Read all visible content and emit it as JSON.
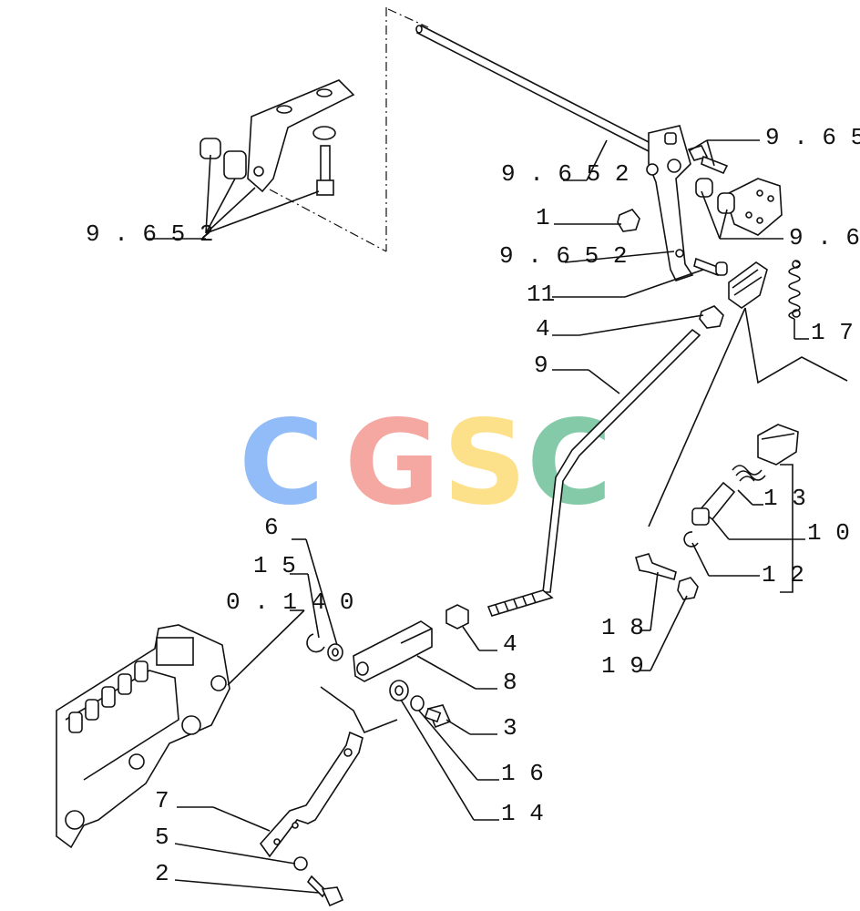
{
  "watermark": {
    "letters": [
      "C",
      "G",
      "S",
      "C"
    ],
    "colors": [
      "#6ea6f5",
      "#f28b82",
      "#fdd663",
      "#5bb98c"
    ]
  },
  "callouts": [
    {
      "text": "9 . 6 5 2"
    },
    {
      "text": "9 . 6 5 2"
    },
    {
      "text": "9 . 6 5 2"
    },
    {
      "text": "9 . 6 5"
    },
    {
      "text": "9 . 6"
    },
    {
      "text": "1"
    },
    {
      "text": "11"
    },
    {
      "text": "4"
    },
    {
      "text": "9"
    },
    {
      "text": "1 7"
    },
    {
      "text": "1 3"
    },
    {
      "text": "1 0"
    },
    {
      "text": "1 2"
    },
    {
      "text": "1 8"
    },
    {
      "text": "1 9"
    },
    {
      "text": "6"
    },
    {
      "text": "1 5"
    },
    {
      "text": "0 . 1 4 0"
    },
    {
      "text": "4"
    },
    {
      "text": "8"
    },
    {
      "text": "3"
    },
    {
      "text": "1 6"
    },
    {
      "text": "1 4"
    },
    {
      "text": "7"
    },
    {
      "text": "5"
    },
    {
      "text": "2"
    }
  ]
}
